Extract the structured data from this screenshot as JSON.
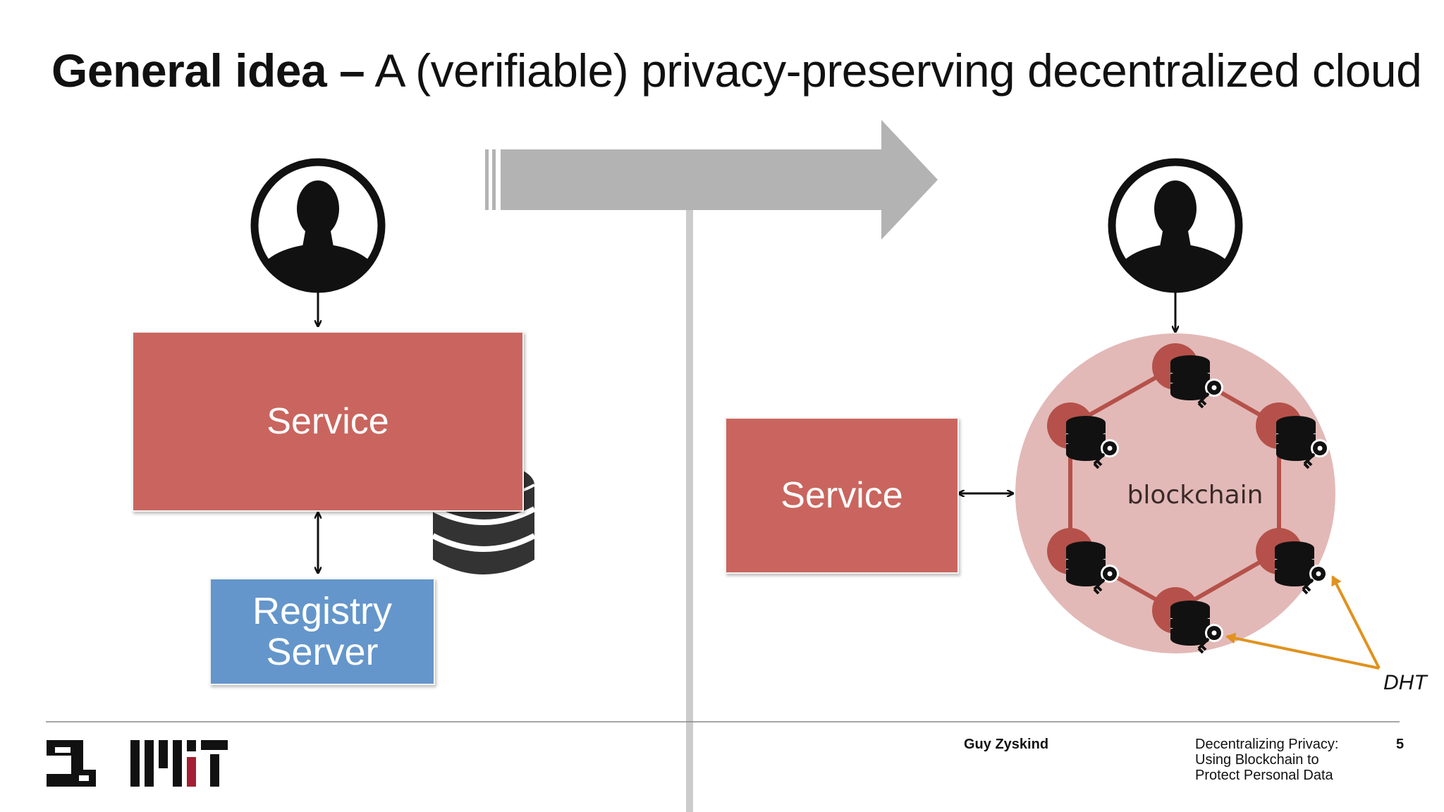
{
  "title": {
    "bold": "General idea –",
    "rest": " A (verifiable) privacy-preserving decentralized cloud"
  },
  "left_diagram": {
    "service_label": "Service",
    "registry_label": "Registry\nServer"
  },
  "right_diagram": {
    "service_label": "Service",
    "blockchain_label": "blockchain",
    "dht_label": "DHT"
  },
  "footer": {
    "author": "Guy Zyskind",
    "talk_title": "Decentralizing Privacy:\nUsing Blockchain to\nProtect Personal Data",
    "page_number": "5"
  },
  "icons": [
    "user-avatar-icon",
    "database-icon",
    "database-key-icon",
    "transition-arrow-icon",
    "mit-logo"
  ],
  "colors": {
    "service_red": "#c9655e",
    "registry_blue": "#6496cb",
    "blockchain_fill": "#e2b9b7",
    "node_red": "#b5514a",
    "dht_orange": "#e0921e",
    "arrow_gray": "#b3b3b3",
    "logo_red": "#a31f34"
  }
}
